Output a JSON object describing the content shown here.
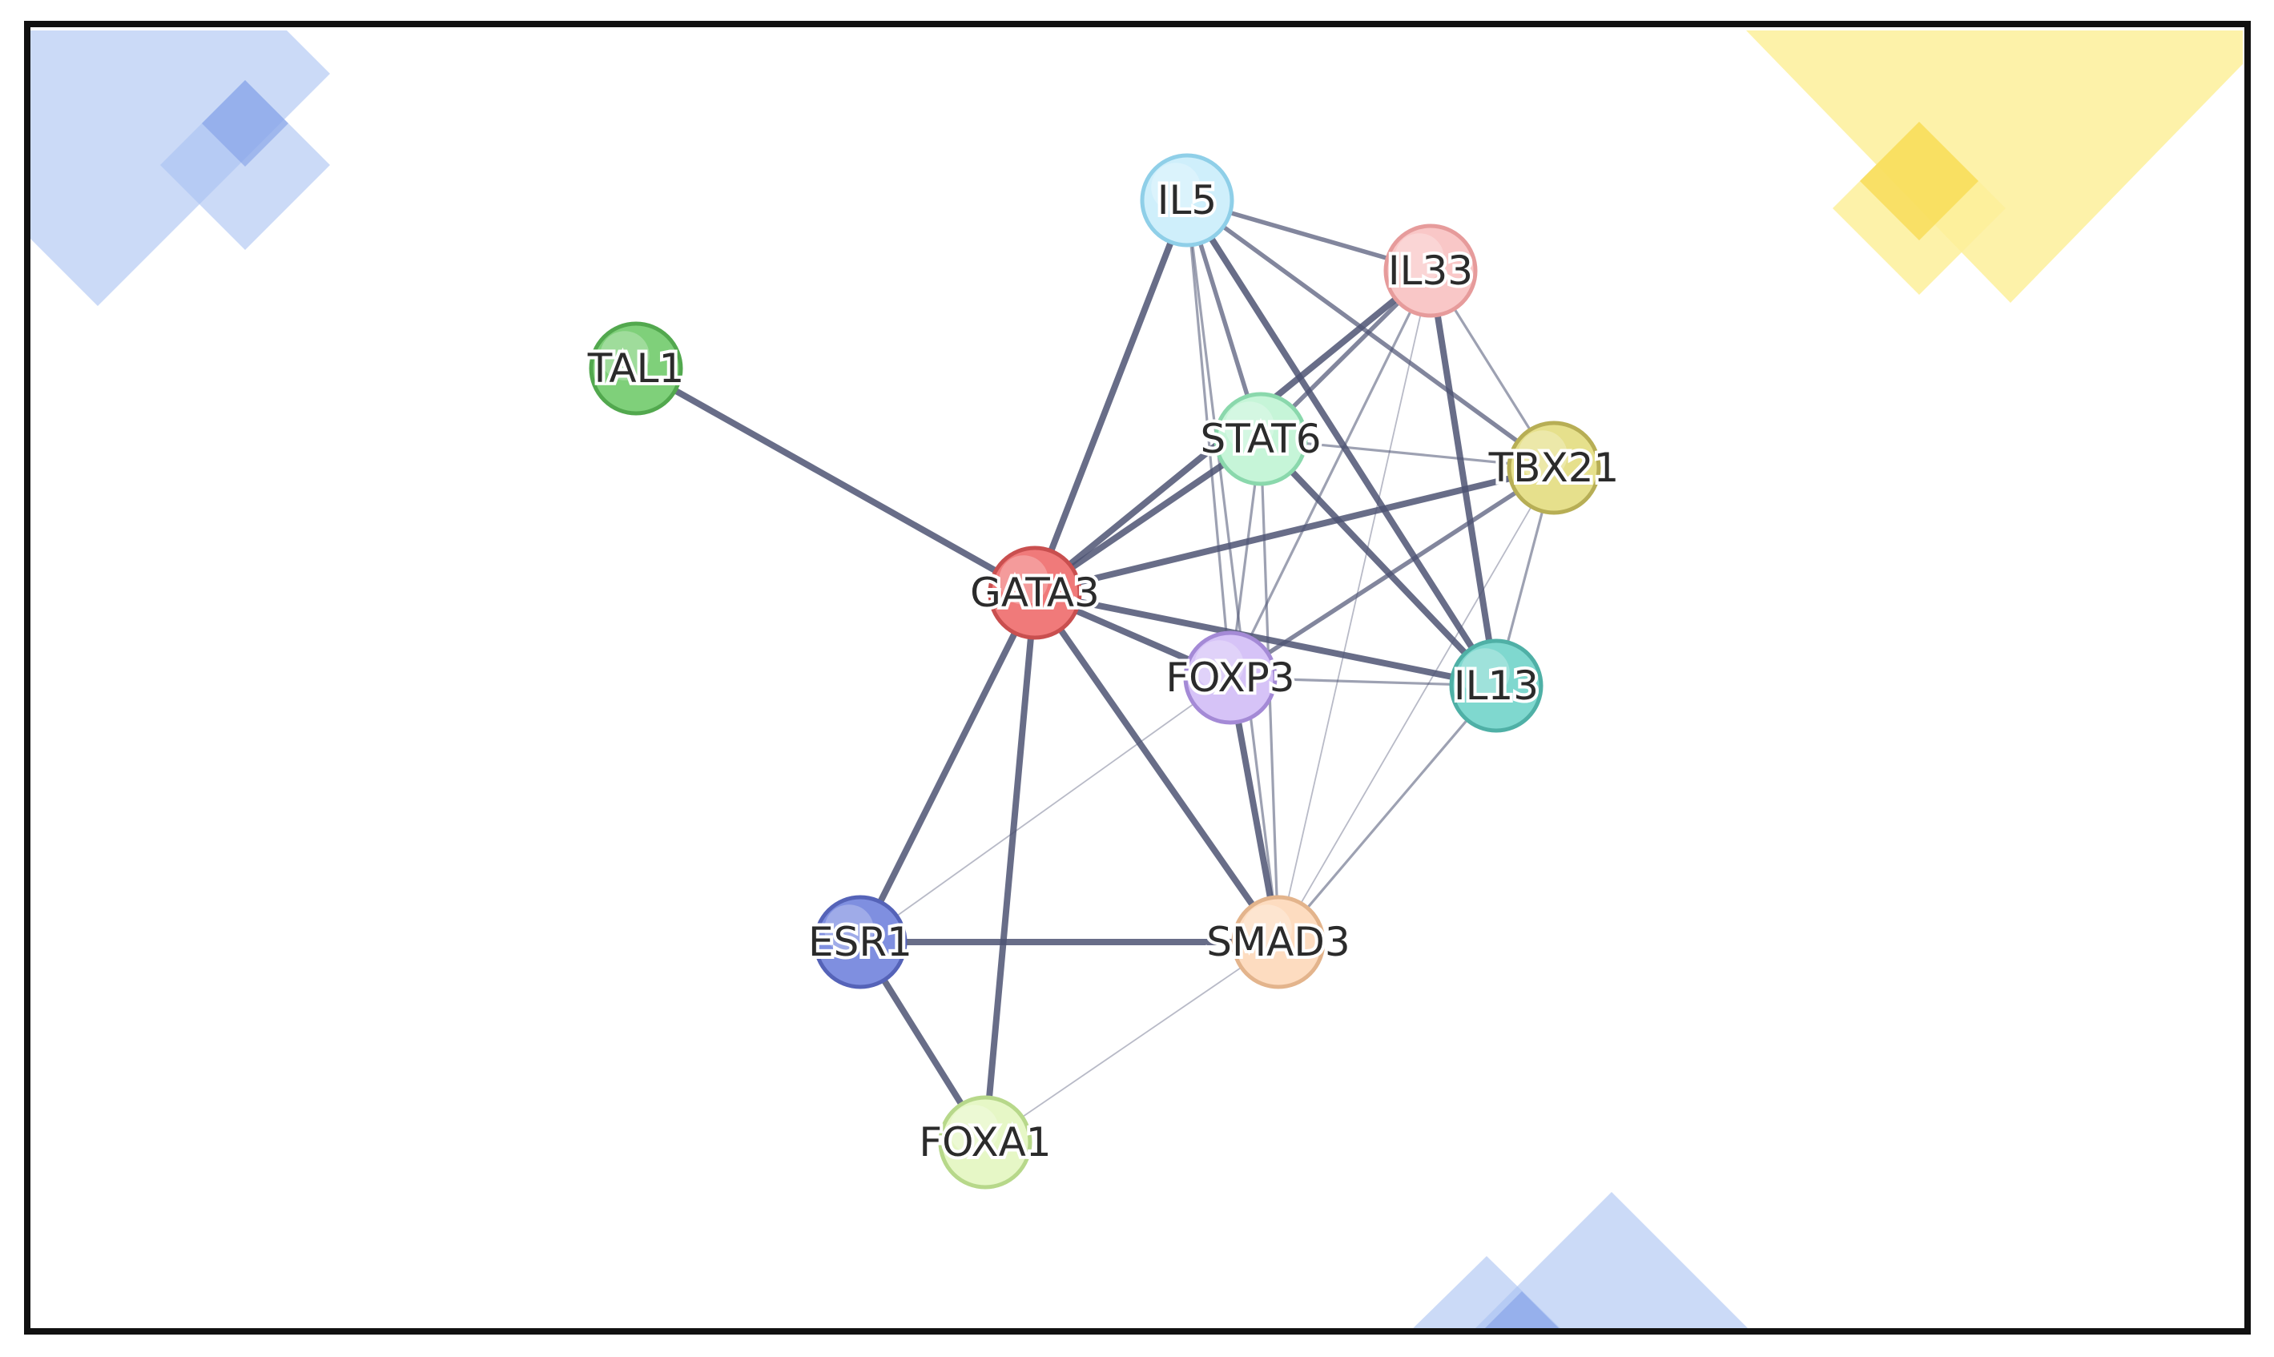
{
  "diagram": {
    "type": "protein-interaction-network",
    "colors": {
      "frame_border": "#111111",
      "edge": "#4d5373",
      "deco_blue": "#a9c1f2",
      "deco_blue_dark": "#7c9be6",
      "deco_yellow": "#fdf09a",
      "deco_yellow_dark": "#f7d84a",
      "label_text": "#2b2b2b"
    },
    "nodes": [
      {
        "id": "IL5",
        "label": "IL5",
        "color": "#cfeffb",
        "stroke": "#8fcfe8"
      },
      {
        "id": "IL33",
        "label": "IL33",
        "color": "#f9c7c7",
        "stroke": "#e69b9b"
      },
      {
        "id": "TAL1",
        "label": "TAL1",
        "color": "#7fd07a",
        "stroke": "#52a84e"
      },
      {
        "id": "STAT6",
        "label": "STAT6",
        "color": "#c6f5d8",
        "stroke": "#8ad8ac"
      },
      {
        "id": "TBX21",
        "label": "TBX21",
        "color": "#e6e08c",
        "stroke": "#b7ae55"
      },
      {
        "id": "GATA3",
        "label": "GATA3",
        "color": "#f07a7a",
        "stroke": "#c94f4f"
      },
      {
        "id": "FOXP3",
        "label": "FOXP3",
        "color": "#d6c3f7",
        "stroke": "#a48ad6"
      },
      {
        "id": "IL13",
        "label": "IL13",
        "color": "#7fd8cf",
        "stroke": "#4fb0a6"
      },
      {
        "id": "ESR1",
        "label": "ESR1",
        "color": "#7f8fe0",
        "stroke": "#5563b8"
      },
      {
        "id": "SMAD3",
        "label": "SMAD3",
        "color": "#fddcc0",
        "stroke": "#e3b48c"
      },
      {
        "id": "FOXA1",
        "label": "FOXA1",
        "color": "#e6f7c6",
        "stroke": "#b7d88a"
      }
    ],
    "edges": [
      {
        "source": "TAL1",
        "target": "GATA3",
        "weight": 3
      },
      {
        "source": "IL5",
        "target": "GATA3",
        "weight": 3
      },
      {
        "source": "IL5",
        "target": "IL33",
        "weight": 2
      },
      {
        "source": "IL5",
        "target": "STAT6",
        "weight": 2
      },
      {
        "source": "IL5",
        "target": "TBX21",
        "weight": 2
      },
      {
        "source": "IL5",
        "target": "IL13",
        "weight": 3
      },
      {
        "source": "IL5",
        "target": "FOXP3",
        "weight": 1
      },
      {
        "source": "IL5",
        "target": "SMAD3",
        "weight": 1
      },
      {
        "source": "IL33",
        "target": "GATA3",
        "weight": 3
      },
      {
        "source": "IL33",
        "target": "STAT6",
        "weight": 2
      },
      {
        "source": "IL33",
        "target": "TBX21",
        "weight": 1
      },
      {
        "source": "IL33",
        "target": "IL13",
        "weight": 3
      },
      {
        "source": "IL33",
        "target": "FOXP3",
        "weight": 1
      },
      {
        "source": "IL33",
        "target": "SMAD3",
        "weight": 0.5
      },
      {
        "source": "STAT6",
        "target": "GATA3",
        "weight": 3
      },
      {
        "source": "STAT6",
        "target": "TBX21",
        "weight": 1
      },
      {
        "source": "STAT6",
        "target": "IL13",
        "weight": 3
      },
      {
        "source": "STAT6",
        "target": "FOXP3",
        "weight": 1
      },
      {
        "source": "STAT6",
        "target": "SMAD3",
        "weight": 1
      },
      {
        "source": "TBX21",
        "target": "GATA3",
        "weight": 3
      },
      {
        "source": "TBX21",
        "target": "FOXP3",
        "weight": 2
      },
      {
        "source": "TBX21",
        "target": "IL13",
        "weight": 1
      },
      {
        "source": "TBX21",
        "target": "SMAD3",
        "weight": 0.5
      },
      {
        "source": "GATA3",
        "target": "FOXP3",
        "weight": 3
      },
      {
        "source": "GATA3",
        "target": "IL13",
        "weight": 3
      },
      {
        "source": "GATA3",
        "target": "SMAD3",
        "weight": 3
      },
      {
        "source": "GATA3",
        "target": "ESR1",
        "weight": 3
      },
      {
        "source": "GATA3",
        "target": "FOXA1",
        "weight": 3
      },
      {
        "source": "FOXP3",
        "target": "IL13",
        "weight": 1
      },
      {
        "source": "FOXP3",
        "target": "SMAD3",
        "weight": 3
      },
      {
        "source": "FOXP3",
        "target": "ESR1",
        "weight": 0.5
      },
      {
        "source": "IL13",
        "target": "SMAD3",
        "weight": 1
      },
      {
        "source": "ESR1",
        "target": "SMAD3",
        "weight": 3
      },
      {
        "source": "ESR1",
        "target": "FOXA1",
        "weight": 3
      },
      {
        "source": "SMAD3",
        "target": "FOXA1",
        "weight": 0.5
      }
    ]
  }
}
